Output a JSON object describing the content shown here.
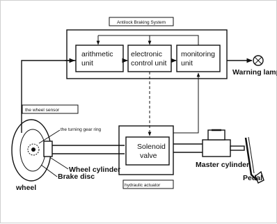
{
  "title": "Antilock Braking System",
  "boxes": {
    "arithmetic": [
      "arithmetic",
      "unit"
    ],
    "ecu": [
      "electronic",
      "control unit"
    ],
    "monitoring": [
      "monitoring",
      "unit"
    ],
    "solenoid": [
      "Solenoid",
      "valve"
    ]
  },
  "labels": {
    "warning_lamp": "Warning lamp",
    "wheel_sensor": "the wheel sensor",
    "turning_gear_ring": "the turning gear ring",
    "wheel_cylinder": "Wheel cylinder",
    "brake_disc": "Brake disc",
    "wheel": "wheel",
    "hydraulic_actuator": "hydraulic actuator",
    "master_cylinder": "Master cylinder",
    "pedal": "Pedal"
  }
}
